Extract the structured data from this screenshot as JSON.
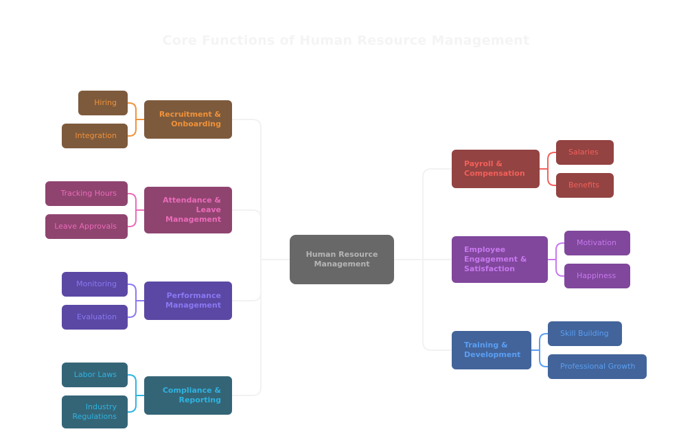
{
  "title": "Core Functions of Human Resource Management",
  "root": {
    "label": "Human Resource Management",
    "color": "#686868",
    "text_color": "#b5b5b5"
  },
  "connector_color": "#f2f2f2",
  "branches": [
    {
      "id": "recruitment",
      "label": "Recruitment & Onboarding",
      "side": "left",
      "fill": "#7d5a3c",
      "accent": "#f0923a",
      "children": [
        "Hiring",
        "Integration"
      ]
    },
    {
      "id": "attendance",
      "label": "Attendance & Leave Management",
      "side": "left",
      "fill": "#8f4470",
      "accent": "#ea6bb8",
      "children": [
        "Tracking Hours",
        "Leave Approvals"
      ]
    },
    {
      "id": "performance",
      "label": "Performance Management",
      "side": "left",
      "fill": "#5b48a4",
      "accent": "#8a78f2",
      "children": [
        "Monitoring",
        "Evaluation"
      ]
    },
    {
      "id": "compliance",
      "label": "Compliance & Reporting",
      "side": "left",
      "fill": "#346577",
      "accent": "#2fb3e0",
      "children": [
        "Labor Laws",
        "Industry Regulations"
      ]
    },
    {
      "id": "payroll",
      "label": "Payroll & Compensation",
      "side": "right",
      "fill": "#934342",
      "accent": "#f2605a",
      "children": [
        "Salaries",
        "Benefits"
      ]
    },
    {
      "id": "engagement",
      "label": "Employee Engagement & Satisfaction",
      "side": "right",
      "fill": "#80479c",
      "accent": "#c878ee",
      "children": [
        "Motivation",
        "Happiness"
      ]
    },
    {
      "id": "training",
      "label": "Training & Development",
      "side": "right",
      "fill": "#42649a",
      "accent": "#5b9ef2",
      "children": [
        "Skill Building",
        "Professional Growth"
      ]
    }
  ]
}
